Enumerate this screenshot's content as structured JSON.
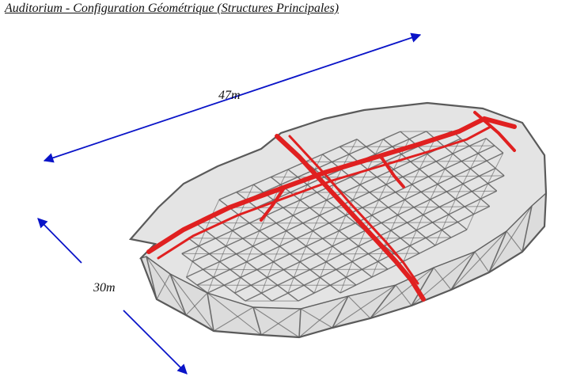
{
  "title": "Auditorium - Configuration Géométrique (Structures Principales)",
  "dimensions": {
    "length_label": "47m",
    "width_label": "30m"
  },
  "colors": {
    "arrow": "#0a14c8",
    "truss": "#b9b9b9",
    "truss_edge": "#5f5f5f",
    "main_structure": "#e02020"
  }
}
